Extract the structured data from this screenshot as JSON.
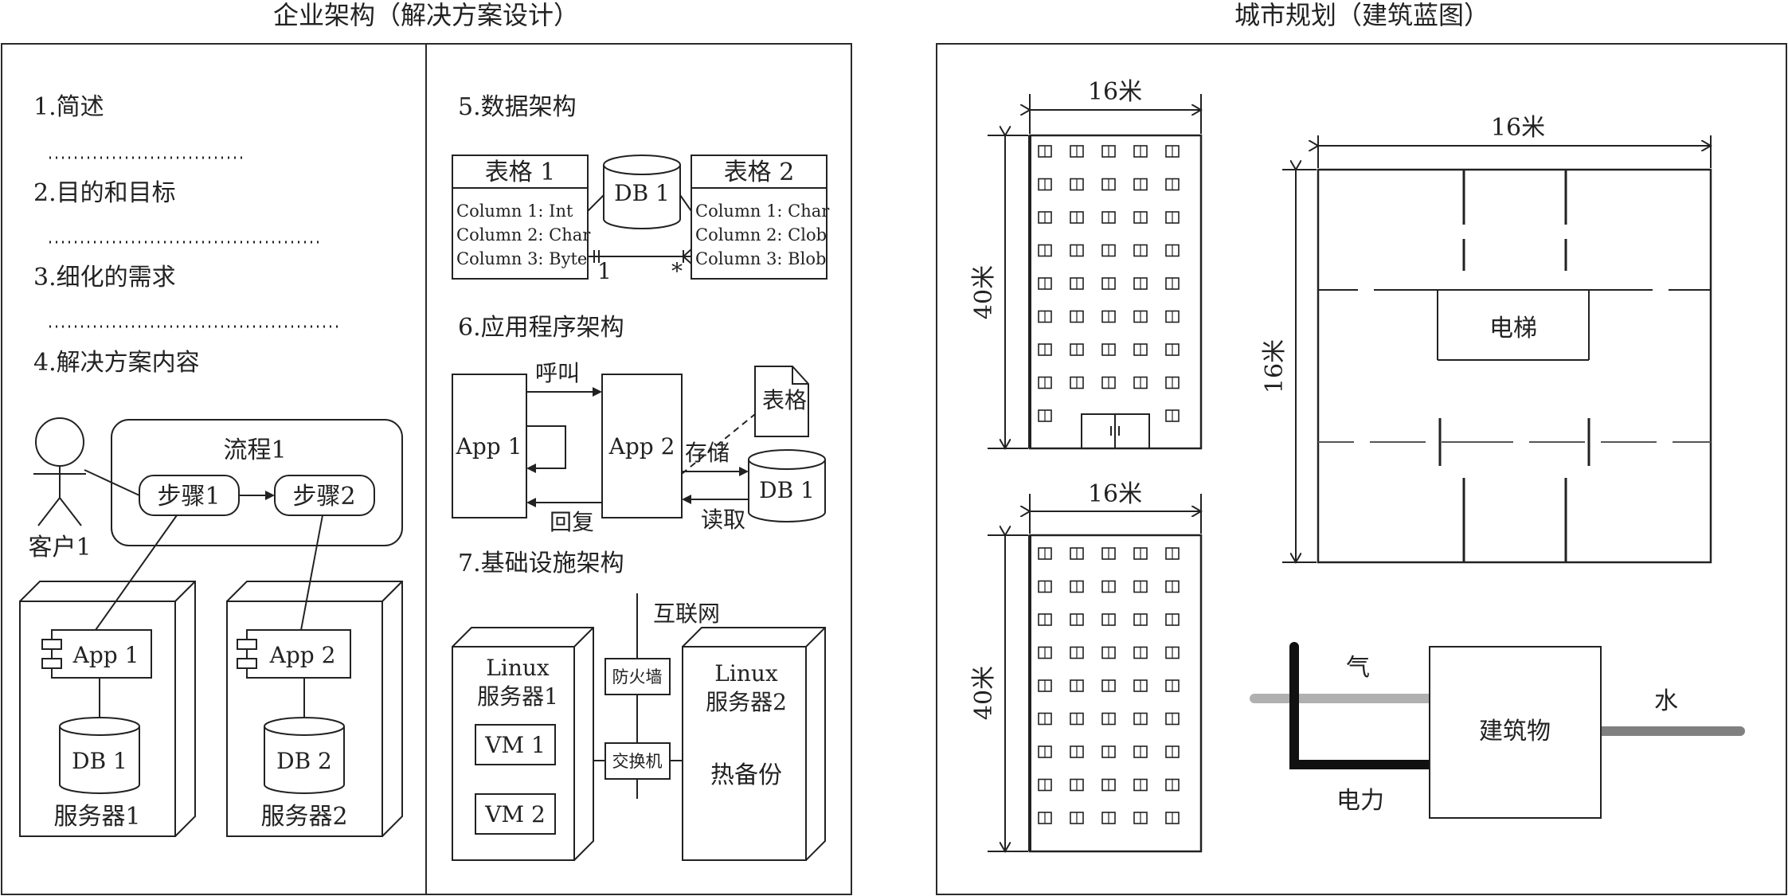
{
  "left_panel": {
    "title": "企业架构（解决方案设计）",
    "col1": {
      "s1": "1.简述",
      "s2": "2.目的和目标",
      "s3": "3.细化的需求",
      "s4": "4.解决方案内容",
      "process_label": "流程1",
      "step1": "步骤1",
      "step2": "步骤2",
      "customer": "客户1",
      "server1": {
        "app": "App 1",
        "db": "DB 1",
        "label": "服务器1"
      },
      "server2": {
        "app": "App 2",
        "db": "DB 2",
        "label": "服务器2"
      }
    },
    "col2": {
      "s5": "5.数据架构",
      "table1": {
        "title": "表格 1",
        "rows": [
          "Column 1: Int",
          "Column 2: Char",
          "Column 3: Byte"
        ]
      },
      "db_center": "DB 1",
      "table2": {
        "title": "表格 2",
        "rows": [
          "Column 1: Char",
          "Column 2: Clob",
          "Column 3: Blob"
        ]
      },
      "mult_one": "1",
      "mult_many": "*",
      "s6": "6.应用程序架构",
      "app1": "App 1",
      "app2": "App 2",
      "call": "呼叫",
      "reply": "回复",
      "store": "存储",
      "read": "读取",
      "doc": "表格",
      "db": "DB 1",
      "s7": "7.基础设施架构",
      "internet": "互联网",
      "linux1_l1": "Linux",
      "linux1_l2": "服务器1",
      "linux2_l1": "Linux",
      "linux2_l2": "服务器2",
      "vm1": "VM 1",
      "vm2": "VM 2",
      "firewall": "防火墙",
      "switch": "交换机",
      "hot_backup": "热备份"
    }
  },
  "right_panel": {
    "title": "城市规划（建筑蓝图）",
    "bldg1_width": "16米",
    "bldg1_height": "40米",
    "bldg2_width": "16米",
    "bldg2_height": "40米",
    "plan_width": "16米",
    "plan_height": "16米",
    "elevator": "电梯",
    "gas": "气",
    "water": "水",
    "power": "电力",
    "building": "建筑物"
  },
  "colors": {
    "line": "#2a2a2a",
    "gas_pipe": "#b0b0b0",
    "water_pipe": "#808080",
    "power_line": "#111111"
  }
}
